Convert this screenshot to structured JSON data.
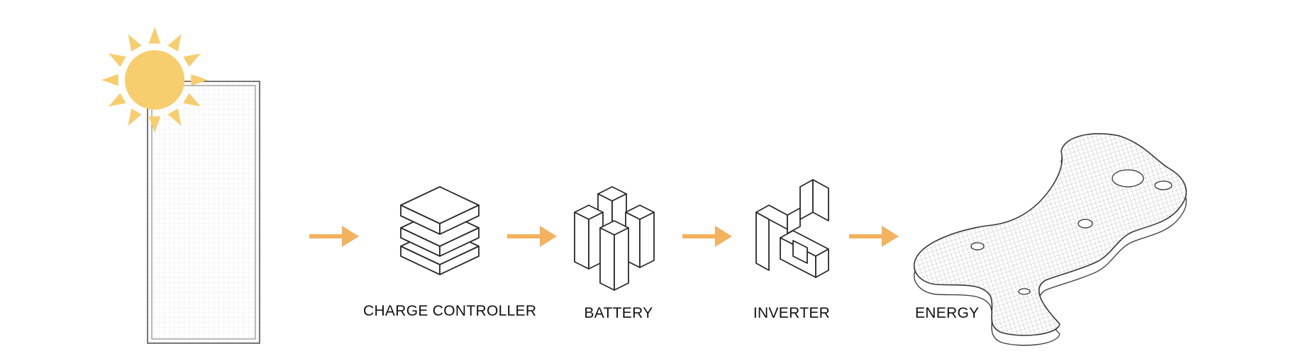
{
  "colors": {
    "sun": "#F7CE6E",
    "arrow": "#F2B25E",
    "line": "#2a2a2a",
    "grid": "#e2e2e2"
  },
  "stages": [
    {
      "label": "CHARGE CONTROLLER",
      "icon": "stacked-layers-icon"
    },
    {
      "label": "BATTERY",
      "icon": "battery-blocks-icon"
    },
    {
      "label": "INVERTER",
      "icon": "inverter-shape-icon"
    },
    {
      "label": "ENERGY",
      "icon": "terrain-mesh-icon"
    }
  ],
  "source": {
    "icons": [
      "sun-icon",
      "solar-panel-icon"
    ]
  }
}
